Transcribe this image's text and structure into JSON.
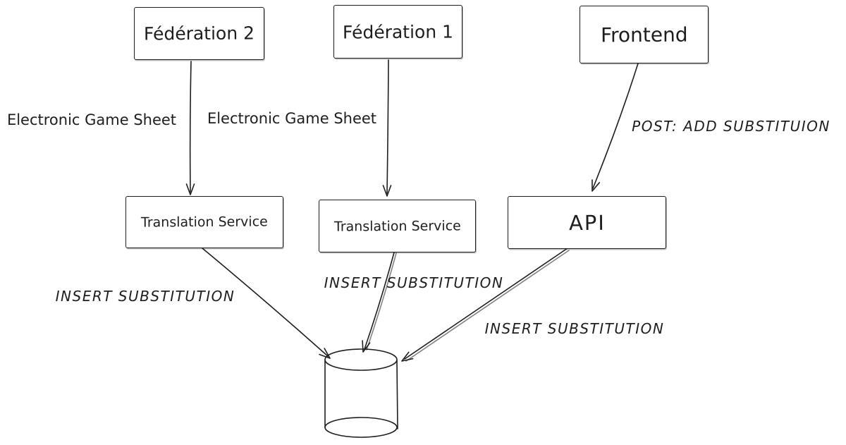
{
  "palette": {
    "background": "#ffffff",
    "stroke": "#1e1e1e",
    "text": "#1e1e1e"
  },
  "diagram": {
    "nodes": [
      {
        "id": "federation-2",
        "label": "Fédération 2",
        "shape": "rectangle"
      },
      {
        "id": "federation-1",
        "label": "Fédération 1",
        "shape": "rectangle"
      },
      {
        "id": "frontend",
        "label": "Frontend",
        "shape": "rectangle"
      },
      {
        "id": "translation-service-left",
        "label": "Translation Service",
        "shape": "rectangle"
      },
      {
        "id": "translation-service-middle",
        "label": "Translation Service",
        "shape": "rectangle"
      },
      {
        "id": "api",
        "label": "API",
        "shape": "rectangle"
      },
      {
        "id": "database",
        "label": "",
        "shape": "cylinder"
      }
    ],
    "edges": [
      {
        "from": "federation-2",
        "to": "translation-service-left",
        "label": "Electronic Game Sheet"
      },
      {
        "from": "federation-1",
        "to": "translation-service-middle",
        "label": "Electronic Game Sheet"
      },
      {
        "from": "frontend",
        "to": "api",
        "label": "POST: ADD SUBSTITUION"
      },
      {
        "from": "translation-service-left",
        "to": "database",
        "label": "INSERT SUBSTITUTION"
      },
      {
        "from": "translation-service-middle",
        "to": "database",
        "label": "INSERT SUBSTITUTION"
      },
      {
        "from": "api",
        "to": "database",
        "label": "INSERT SUBSTITUTION"
      }
    ]
  }
}
